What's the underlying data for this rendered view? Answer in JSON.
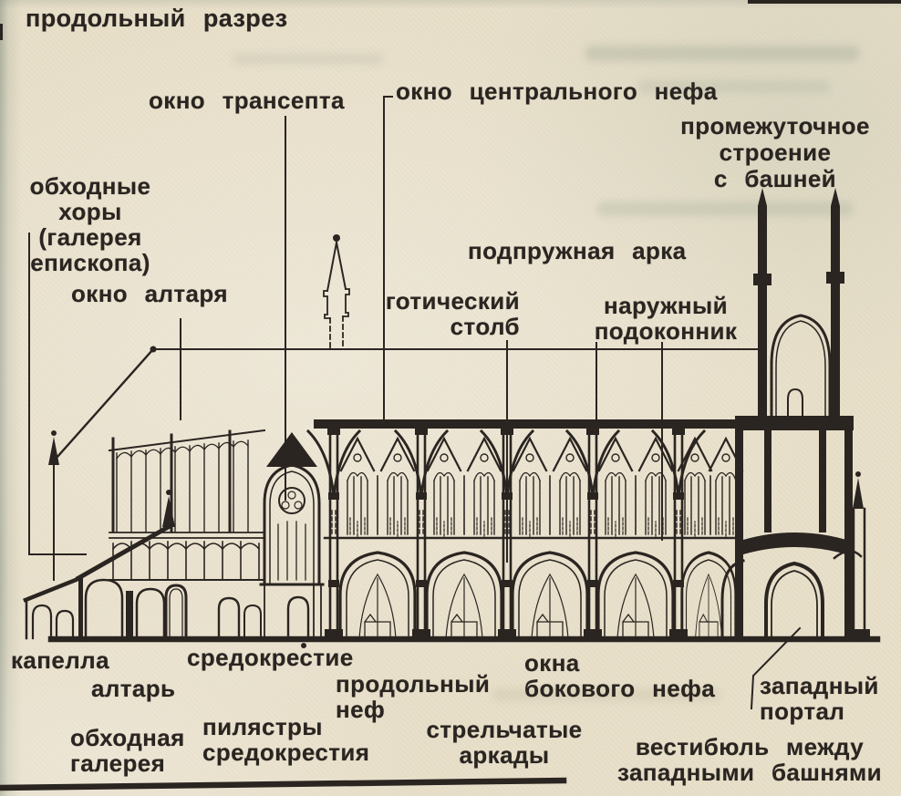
{
  "figure": {
    "title": "продольный разрез"
  },
  "labels": {
    "ambulatory_choirs": "обходные хоры\n(галерея епископа)",
    "altar_window": "окно алтаря",
    "transept_window": "окно трансепта",
    "central_nave_window": "окно центрального нефа",
    "supporting_arch": "подпружная арка",
    "gothic_pillar": "готический\nстолб",
    "outer_windowsill": "наружный\nподоконник",
    "intermediate_structure": "промежуточное\nстроение\nс башней",
    "chapel": "капелла",
    "crossing": "средокрестие",
    "altar": "алтарь",
    "longitudinal_nave": "продольный\nнеф",
    "ambulatory_gallery": "обходная\nгалерея",
    "crossing_pilasters": "пилястры\nсредокрестия",
    "side_nave_windows": "окна\nбокового нефа",
    "pointed_arcades": "стрельчатые\nаркады",
    "west_portal": "западный\nпортал",
    "vestibule_between_towers": "вестибюль между\nзападными башнями"
  },
  "colors": {
    "paper": "#e8dfc9",
    "ink": "#2a2521"
  }
}
